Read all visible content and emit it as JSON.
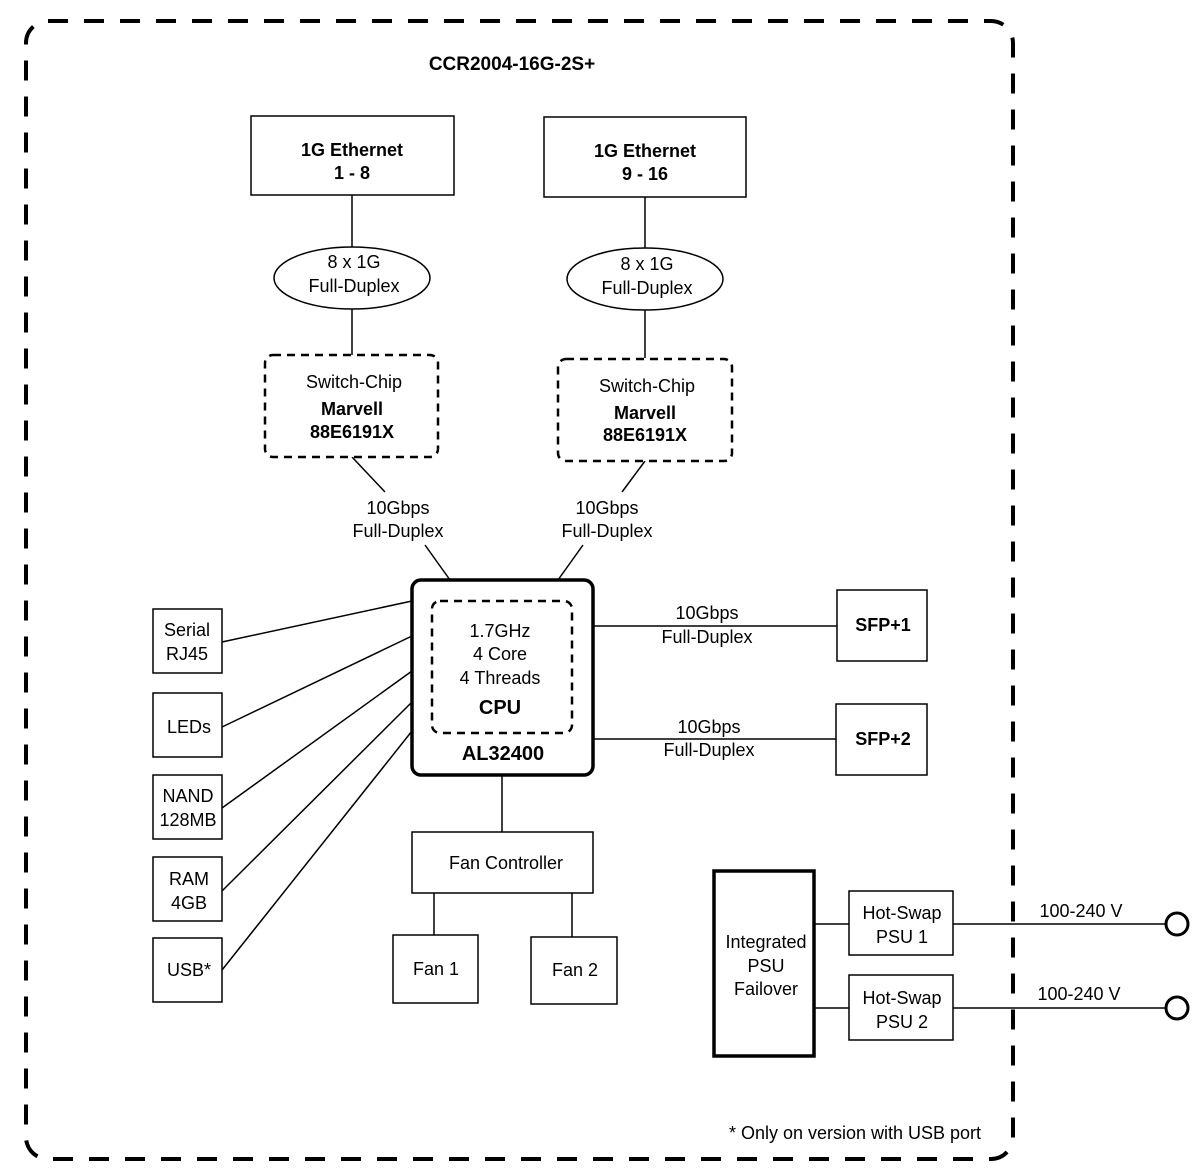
{
  "title": "CCR2004-16G-2S+",
  "ethernet_1": {
    "line1": "1G Ethernet",
    "line2": "1 - 8"
  },
  "ethernet_2": {
    "line1": "1G Ethernet",
    "line2": "9 - 16"
  },
  "link_8x1g_1": {
    "line1": "8 x 1G",
    "line2": "Full-Duplex"
  },
  "link_8x1g_2": {
    "line1": "8 x 1G",
    "line2": "Full-Duplex"
  },
  "switch_1": {
    "line1": "Switch-Chip",
    "line2": "Marvell",
    "line3": "88E6191X"
  },
  "switch_2": {
    "line1": "Switch-Chip",
    "line2": "Marvell",
    "line3": "88E6191X"
  },
  "link_10g_sw1": {
    "line1": "10Gbps",
    "line2": "Full-Duplex"
  },
  "link_10g_sw2": {
    "line1": "10Gbps",
    "line2": "Full-Duplex"
  },
  "cpu": {
    "freq": "1.7GHz",
    "cores": "4 Core",
    "threads": "4 Threads",
    "label": "CPU",
    "model": "AL32400"
  },
  "peripherals": {
    "serial": {
      "line1": "Serial",
      "line2": "RJ45"
    },
    "leds": "LEDs",
    "nand": {
      "line1": "NAND",
      "line2": "128MB"
    },
    "ram": {
      "line1": "RAM",
      "line2": "4GB"
    },
    "usb": "USB*"
  },
  "sfp1": {
    "label": "SFP+1",
    "link1": "10Gbps",
    "link2": "Full-Duplex"
  },
  "sfp2": {
    "label": "SFP+2",
    "link1": "10Gbps",
    "link2": "Full-Duplex"
  },
  "fan_controller": "Fan Controller",
  "fan1": "Fan 1",
  "fan2": "Fan 2",
  "psu_failover": {
    "line1": "Integrated",
    "line2": "PSU",
    "line3": "Failover"
  },
  "psu1": {
    "line1": "Hot-Swap",
    "line2": "PSU 1",
    "voltage": "100-240 V"
  },
  "psu2": {
    "line1": "Hot-Swap",
    "line2": "PSU 2",
    "voltage": "100-240 V"
  },
  "footnote": "* Only on version with USB port"
}
